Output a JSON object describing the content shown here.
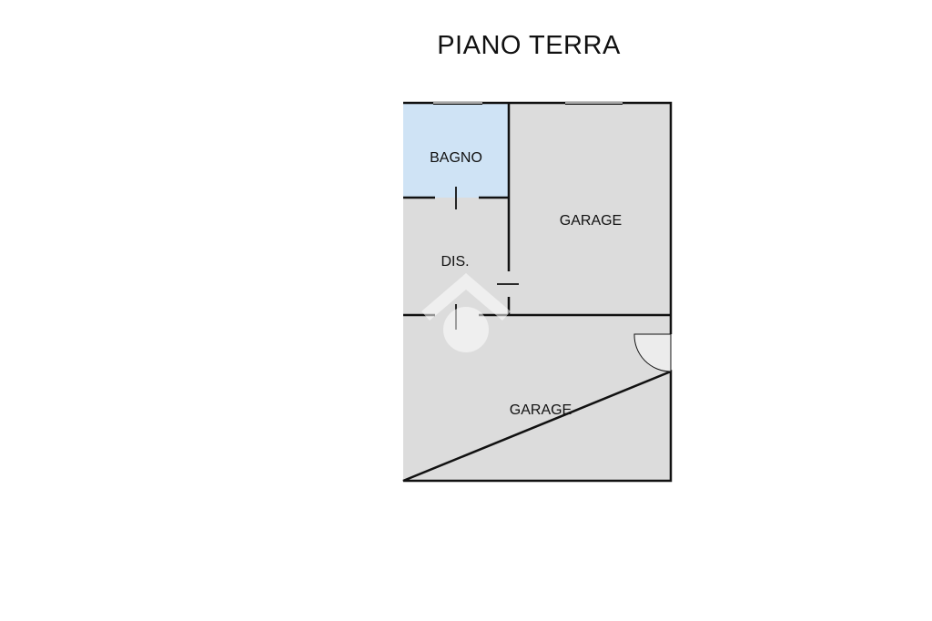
{
  "title": "PIANO TERRA",
  "rooms": {
    "bagno": {
      "label": "BAGNO"
    },
    "dis": {
      "label": "DIS."
    },
    "garage_upper": {
      "label": "GARAGE"
    },
    "garage_lower": {
      "label": "GARAGE"
    }
  },
  "colors": {
    "wall": "#111111",
    "room_fill": "#dcdcdc",
    "bath_fill": "#cfe3f5",
    "watermark": "#ffffff"
  }
}
